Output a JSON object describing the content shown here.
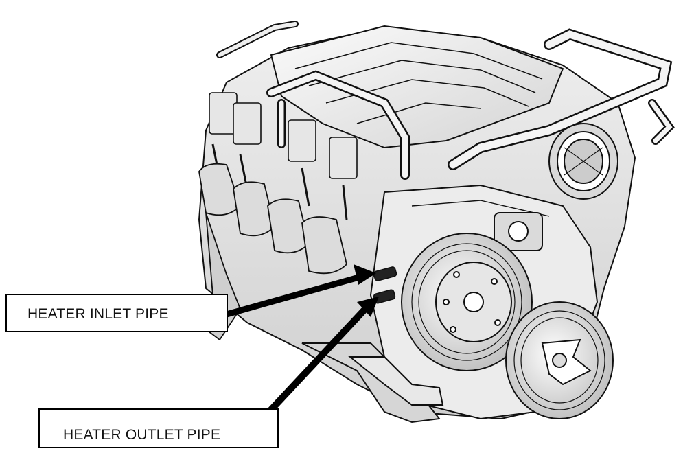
{
  "figure": {
    "subject": "engine-assembly-line-drawing",
    "callouts": {
      "heater_inlet": "HEATER INLET PIPE",
      "heater_outlet": "HEATER OUTLET PIPE"
    },
    "colors": {
      "ink": "#111111",
      "fill_light": "#f2f2f2",
      "fill_mid": "#d8d8d8",
      "fill_dark": "#9a9a9a",
      "background": "#ffffff"
    }
  }
}
